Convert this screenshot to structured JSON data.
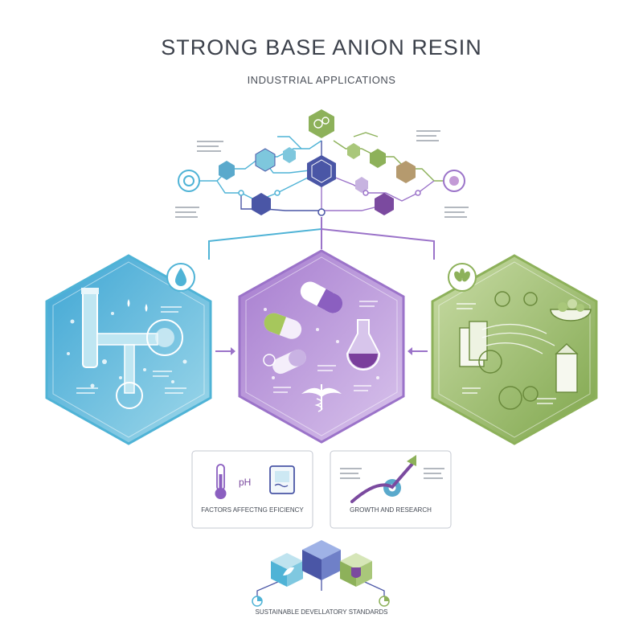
{
  "title": "STRONG BASE ANION RESIN",
  "subtitle": "INDUSTRIAL APPLICATIONS",
  "colors": {
    "blue": "#4fb3d6",
    "purple": "#9b73c9",
    "green": "#8db15a",
    "navy": "#4a56a6"
  },
  "panels": {
    "water": {
      "icon": "water-drop-icon"
    },
    "pharma": {
      "icon": "capsule-icon"
    },
    "food": {
      "icon": "leaf-icon"
    }
  },
  "cards": {
    "factors": {
      "label": "FACTORS AFFECTNG EFICIENCY",
      "ph": "pH"
    },
    "growth": {
      "label": "GROWTH AND RESEARCH"
    }
  },
  "footer": {
    "label": "SUSTAINABLE DEVELLATORY STANDARDS"
  }
}
